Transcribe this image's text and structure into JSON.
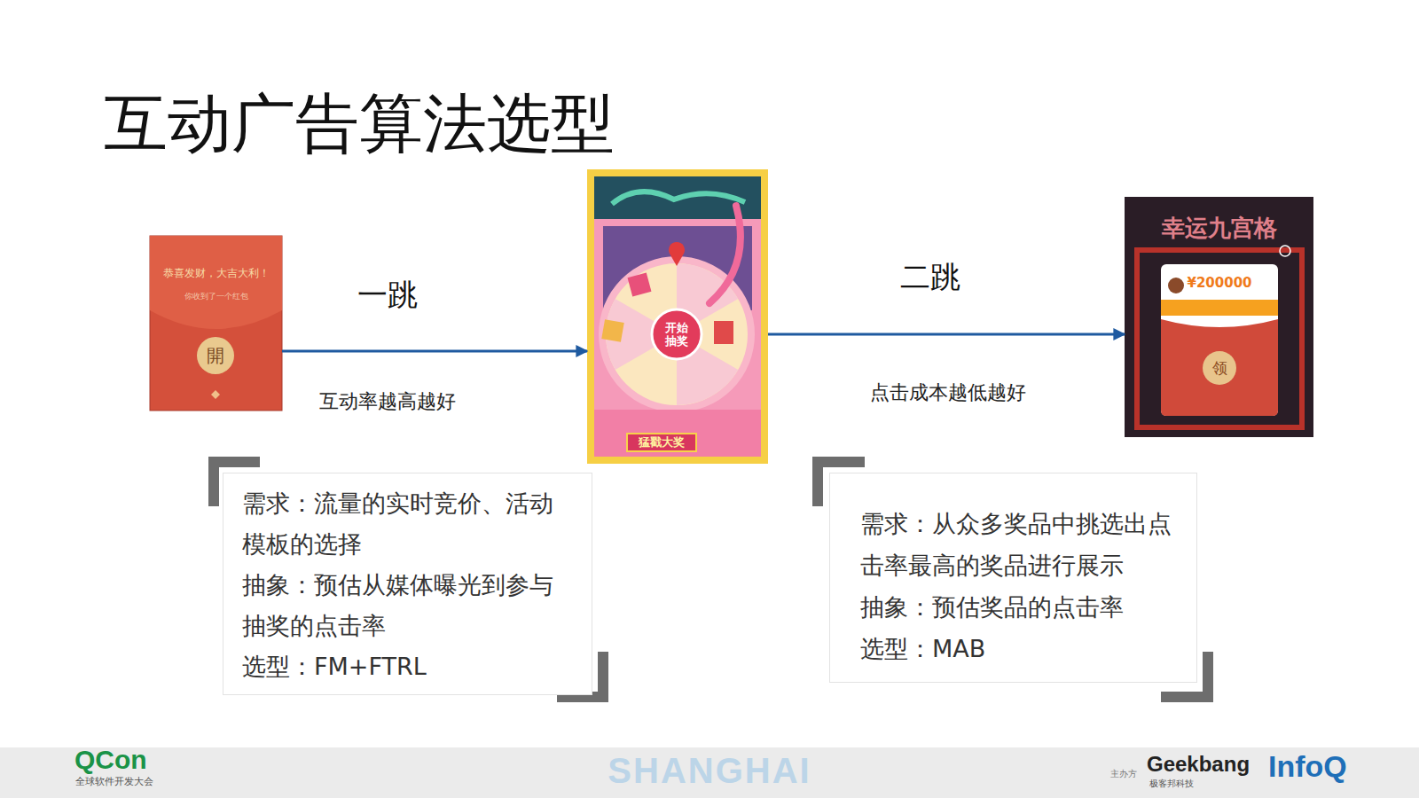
{
  "diagram": {
    "title": "互动广告算法选型",
    "nodes": [
      {
        "text": [
          "恭喜发财，大吉大利！",
          "你收到了一个红包",
          "開"
        ]
      },
      {
        "text": [
          "开始抽奖",
          "猛戳大奖"
        ]
      },
      {
        "text": [
          "幸运九宫格",
          "¥200000",
          "领"
        ]
      },
      {
        "text": [
          "需求：流量的实时竞价、活动模板的选择",
          "抽象：预估从媒体曝光到参与抽奖的点击率",
          "选型：FM+FTRL"
        ]
      },
      {
        "text": [
          "需求：从众多奖品中挑选出点击率最高的奖品进行展示",
          "抽象：预估奖品的点击率",
          "选型：MAB"
        ]
      }
    ],
    "edges": [
      {
        "from": 0,
        "to": 1,
        "arrow": "to",
        "label": "一跳"
      },
      {
        "from": 1,
        "to": 2,
        "arrow": "to",
        "label": "二跳"
      }
    ],
    "labels": [
      "互动率越高越好",
      "点击成本越低越好",
      "QCon",
      "全球软件开发大会",
      "SHANGHAI",
      "主办方",
      "Geekbang",
      "极客邦科技",
      "InfoQ"
    ]
  }
}
